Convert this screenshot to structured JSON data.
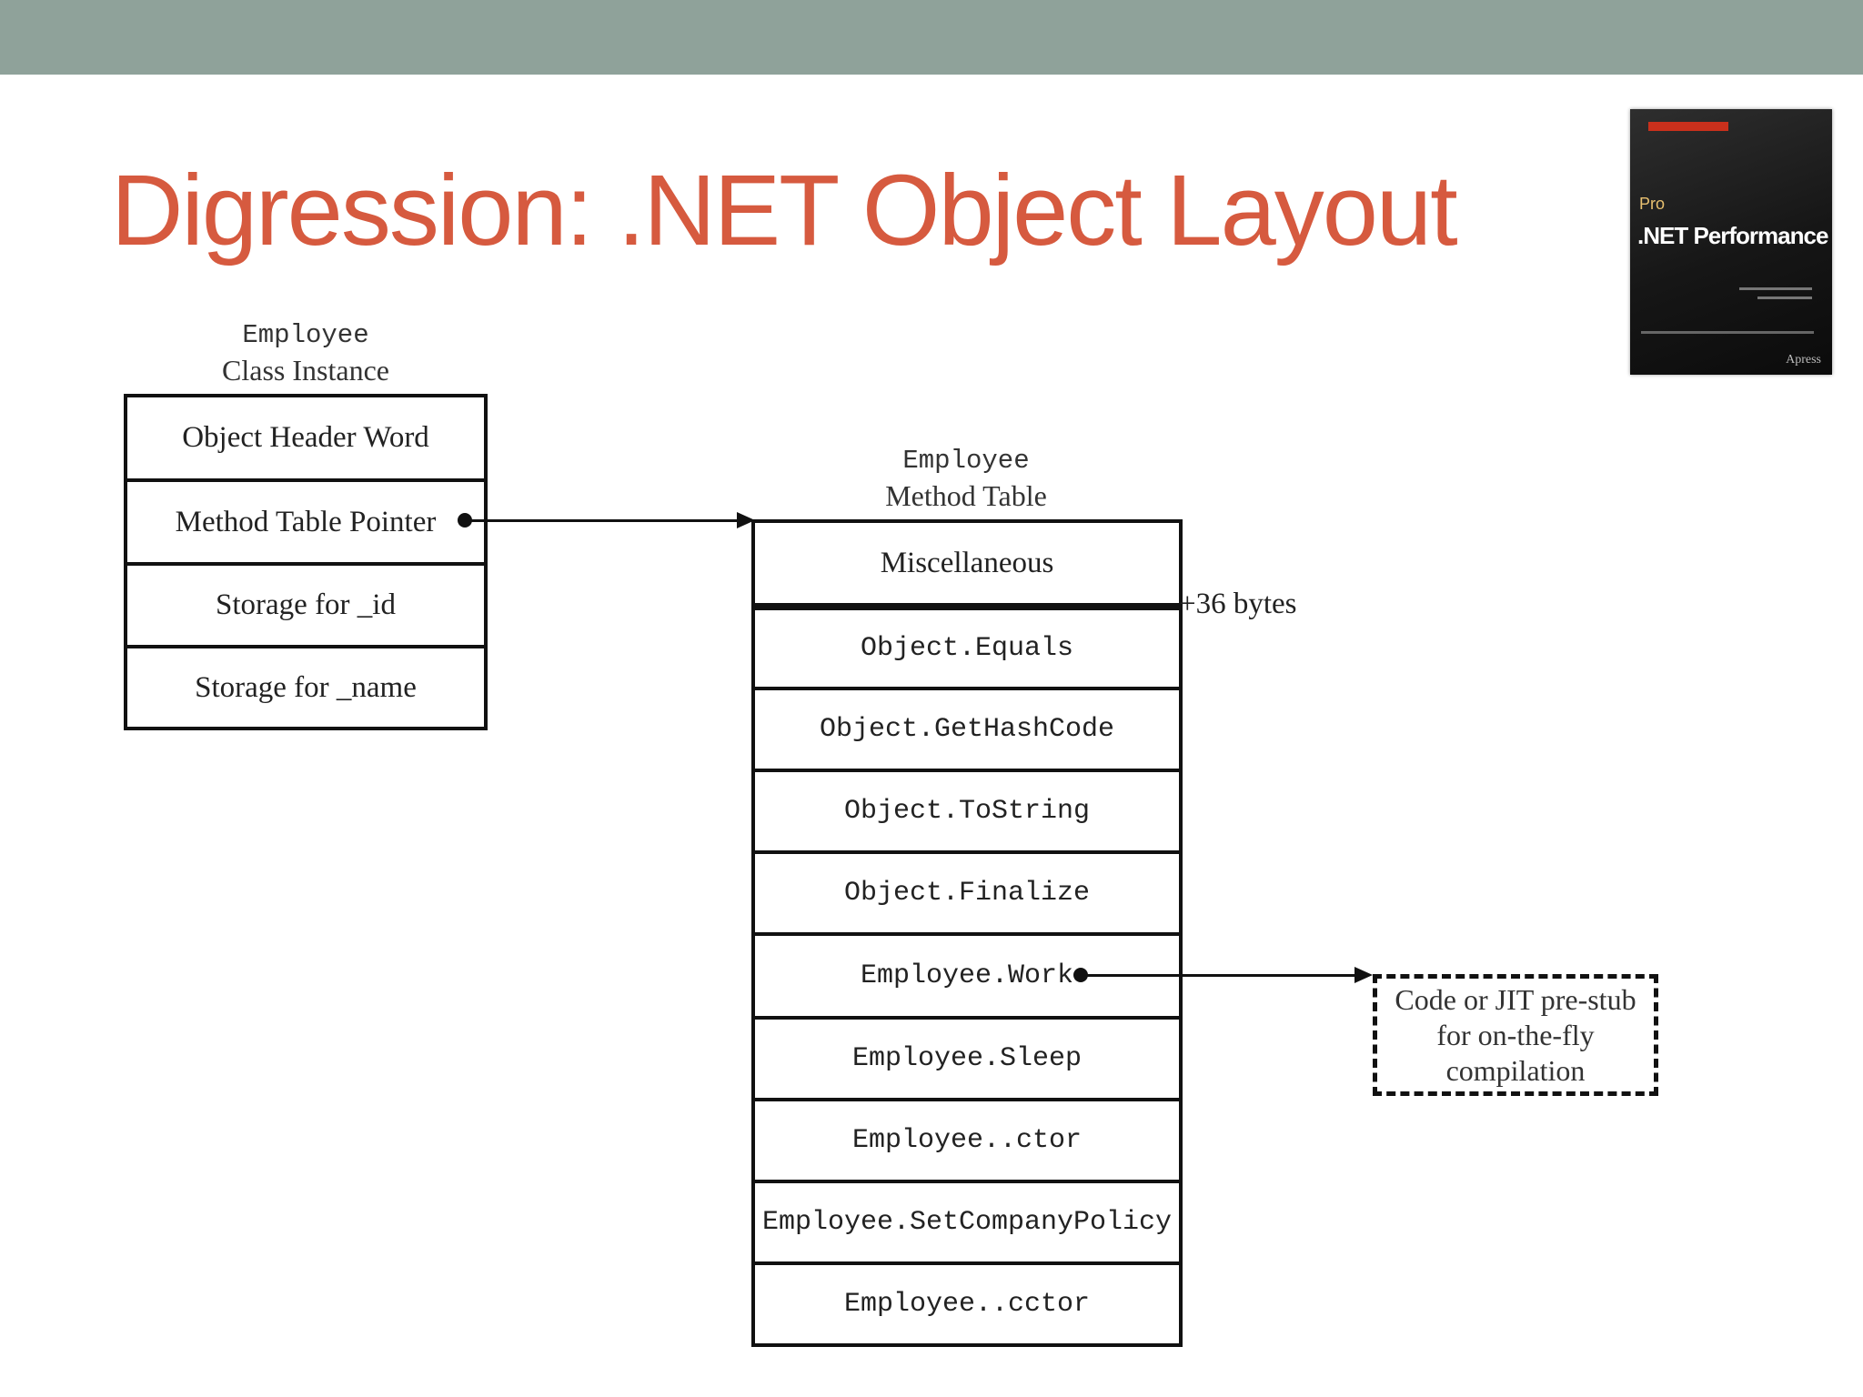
{
  "slide": {
    "title": "Digression: .NET Object Layout"
  },
  "book_cover": {
    "series": "Pro",
    "title": ".NET Performance",
    "publisher": "Apress"
  },
  "instance": {
    "caption_line1": "Employee",
    "caption_line2": "Class Instance",
    "rows": [
      "Object Header Word",
      "Method Table Pointer",
      "Storage for _id",
      "Storage for _name"
    ]
  },
  "method_table": {
    "caption_line1": "Employee",
    "caption_line2": "Method Table",
    "rows": [
      "Miscellaneous",
      "Object.Equals",
      "Object.GetHashCode",
      "Object.ToString",
      "Object.Finalize",
      "Employee.Work",
      "Employee.Sleep",
      "Employee..ctor",
      "Employee.SetCompanyPolicy",
      "Employee..cctor"
    ],
    "offset_note": "+36 bytes"
  },
  "target_box": {
    "text": "Code or JIT pre-stub for on-the-fly compilation"
  }
}
